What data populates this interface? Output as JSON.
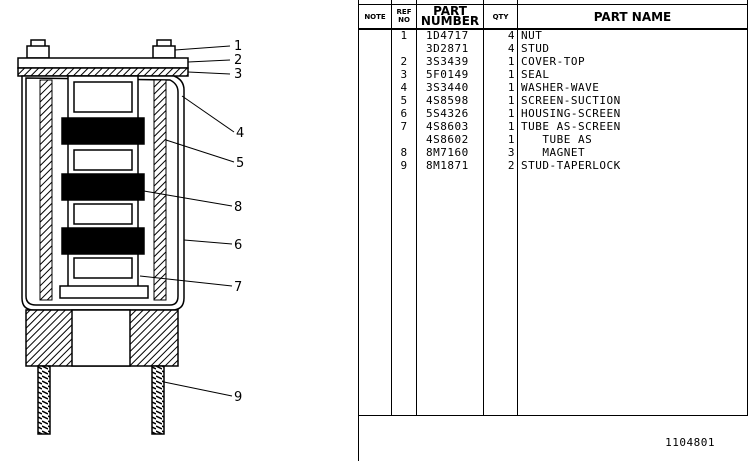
{
  "diagram": {
    "callouts": [
      "1",
      "2",
      "3",
      "4",
      "5",
      "8",
      "6",
      "7",
      "9"
    ]
  },
  "table": {
    "headers": {
      "note": "NOTE",
      "ref_line1": "REF",
      "ref_line2": "NO",
      "part_line1": "PART",
      "part_line2": "NUMBER",
      "qty": "QTY",
      "name": "PART NAME"
    },
    "rows": [
      {
        "ref": "1",
        "part": "1D4717",
        "qty": "4",
        "name": "NUT"
      },
      {
        "ref": "",
        "part": "3D2871",
        "qty": "4",
        "name": "STUD"
      },
      {
        "ref": "2",
        "part": "3S3439",
        "qty": "1",
        "name": "COVER-TOP"
      },
      {
        "ref": "3",
        "part": "5F0149",
        "qty": "1",
        "name": "SEAL"
      },
      {
        "ref": "4",
        "part": "3S3440",
        "qty": "1",
        "name": "WASHER-WAVE"
      },
      {
        "ref": "5",
        "part": "4S8598",
        "qty": "1",
        "name": "SCREEN-SUCTION"
      },
      {
        "ref": "6",
        "part": "5S4326",
        "qty": "1",
        "name": "HOUSING-SCREEN"
      },
      {
        "ref": "7",
        "part": "4S8603",
        "qty": "1",
        "name": "TUBE AS-SCREEN"
      },
      {
        "ref": "",
        "part": "4S8602",
        "qty": "1",
        "name": "   TUBE AS"
      },
      {
        "ref": "8",
        "part": "8M7160",
        "qty": "3",
        "name": "   MAGNET"
      },
      {
        "ref": "9",
        "part": "8M1871",
        "qty": "2",
        "name": "STUD-TAPERLOCK"
      }
    ],
    "doc_number": "1104801"
  }
}
